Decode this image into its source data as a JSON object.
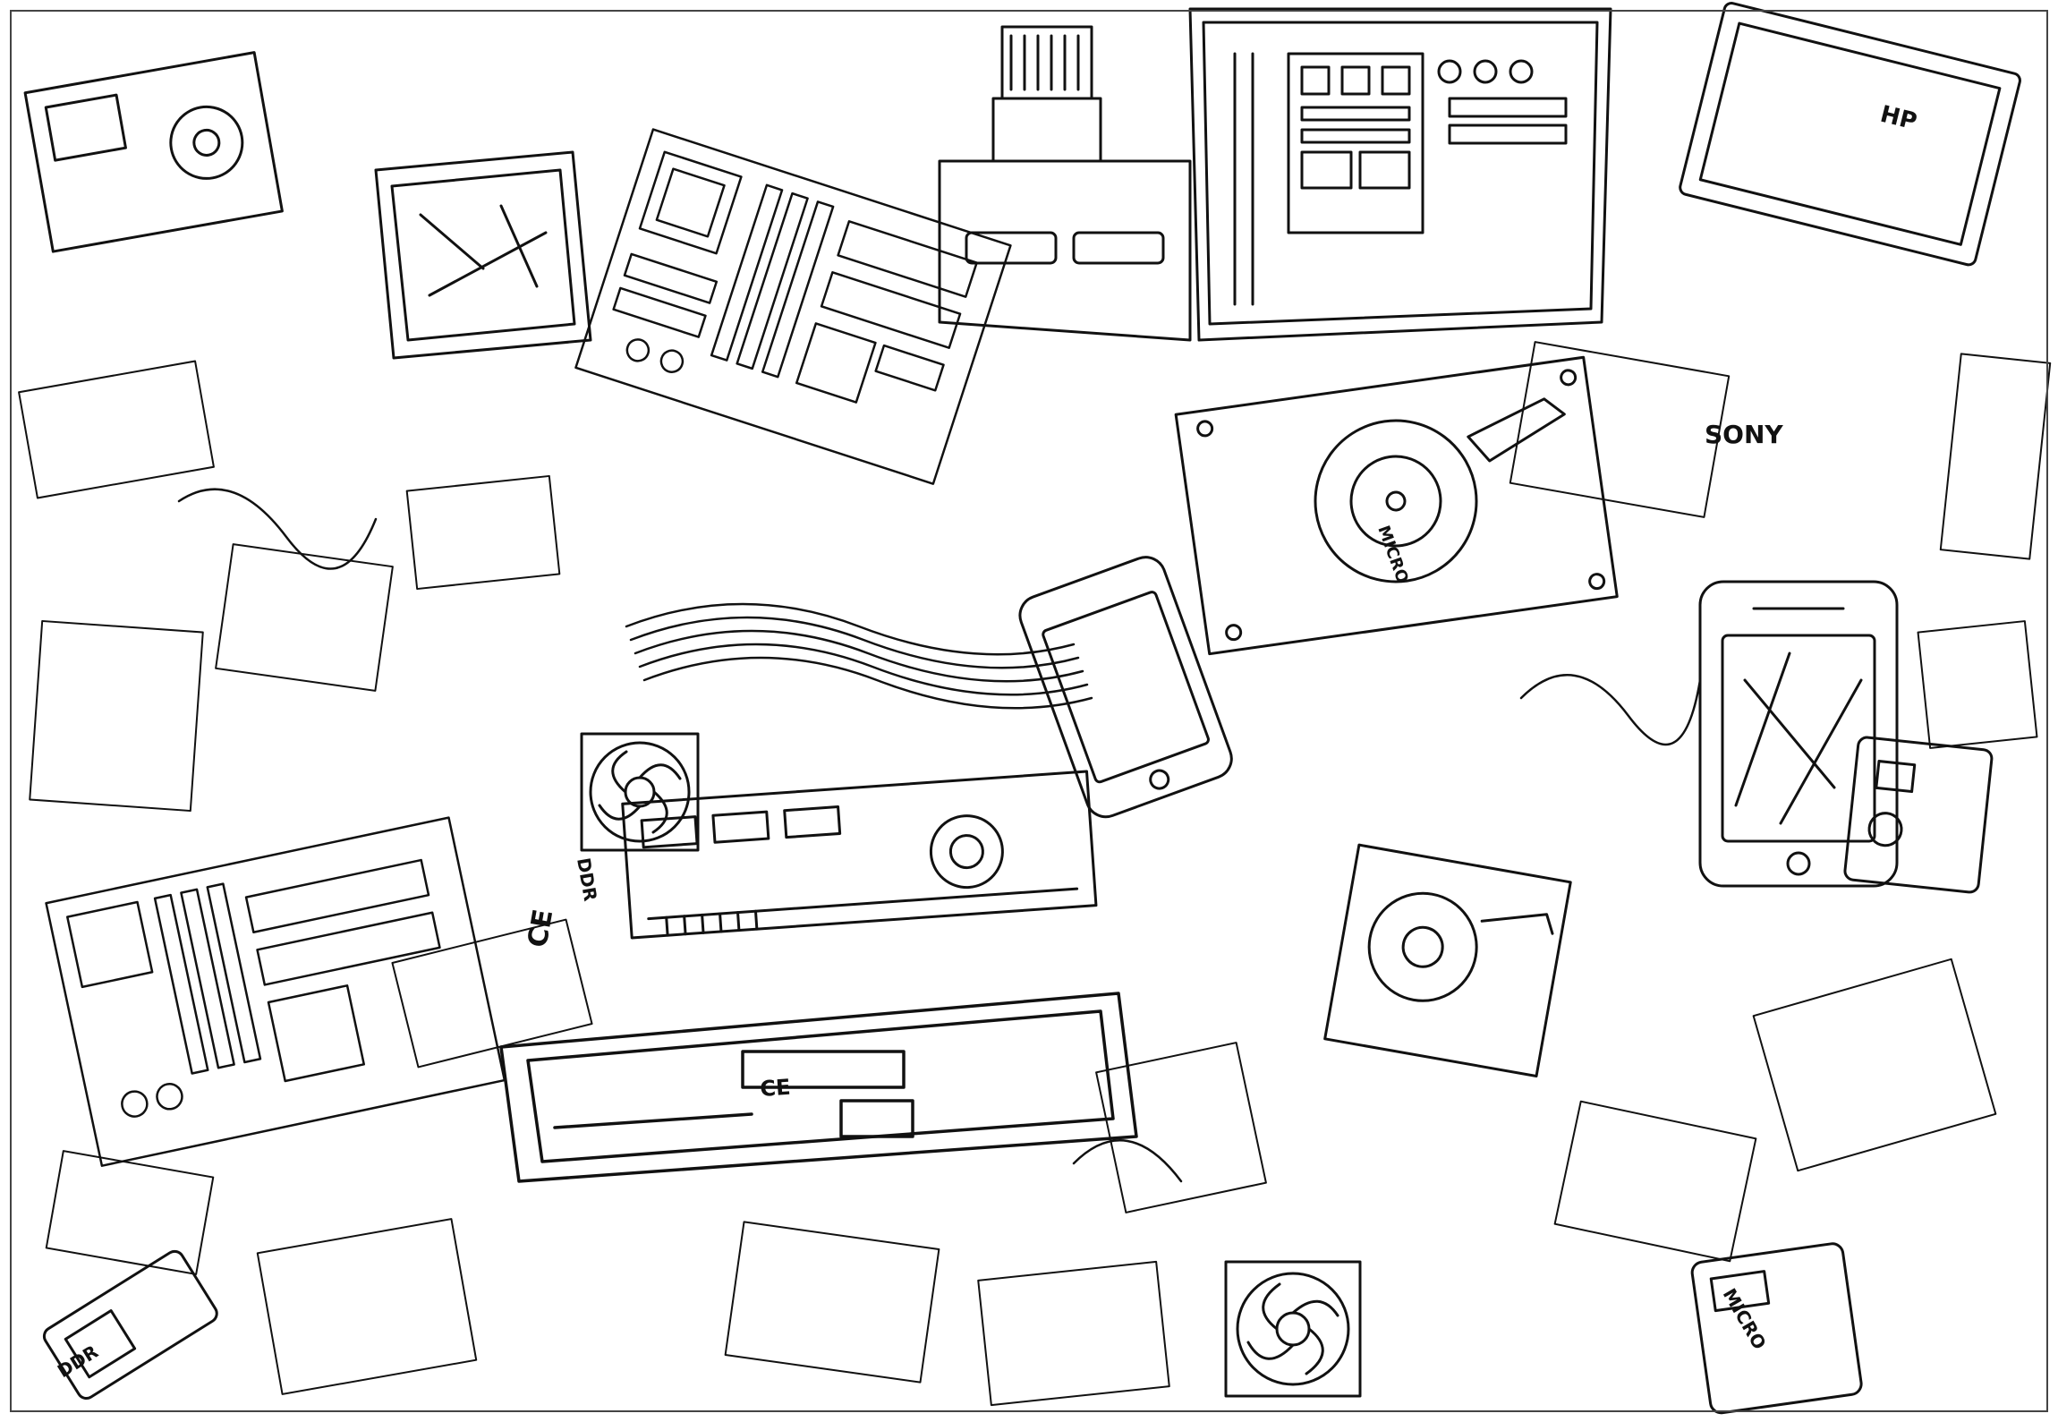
{
  "image": {
    "description_type": "line-art",
    "palette": {
      "ink": "#111111",
      "paper": "#ffffff",
      "border": "#444444"
    }
  },
  "labels": [
    {
      "text": "HP",
      "kind": "laptop-lid-brand"
    },
    {
      "text": "SONY",
      "kind": "device-brand"
    },
    {
      "text": "MICRO",
      "kind": "chip-marking"
    },
    {
      "text": "DDR",
      "kind": "memory-marking"
    },
    {
      "text": "CE",
      "kind": "certification-mark"
    },
    {
      "text": "CE",
      "kind": "certification-mark"
    },
    {
      "text": "MICRO",
      "kind": "memory-card-marking"
    },
    {
      "text": "DDR",
      "kind": "memory-stick-marking"
    }
  ]
}
